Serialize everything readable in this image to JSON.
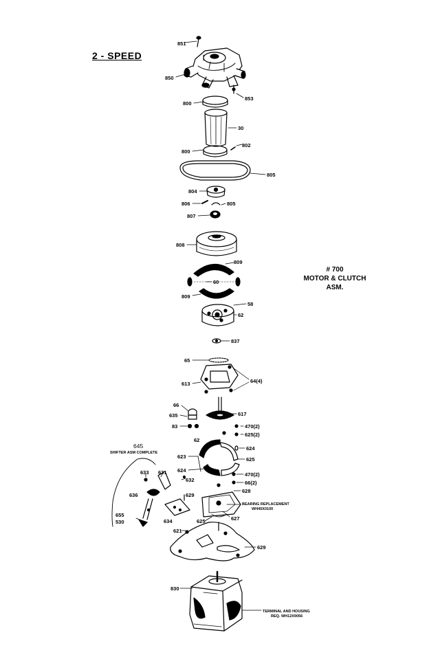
{
  "title": "2 - SPEED",
  "assembly": {
    "line1": "# 700",
    "line2": "MOTOR & CLUTCH",
    "line3": "ASM."
  },
  "callouts": {
    "c851": "851",
    "c850": "850",
    "c853": "853",
    "c800a": "800",
    "c30": "30",
    "c800b": "800",
    "c802": "802",
    "c805": "805",
    "c804": "804",
    "c806": "806",
    "c805b": "805",
    "c807": "807",
    "c808": "808",
    "c809": "809",
    "c60": "60",
    "c809b": "809",
    "c58": "58",
    "c62": "62",
    "c837": "837",
    "c65": "65",
    "c613": "613",
    "c64_4": "64(4)",
    "c66": "66",
    "c635": "635",
    "c617": "617",
    "c83": "83",
    "c470_2": "470(2)",
    "c625_2": "625(2)",
    "c62b": "62",
    "c624": "624",
    "c623": "623",
    "c625": "625",
    "c624b": "624",
    "c470_2b": "470(2)",
    "c632": "632",
    "c6_2": "66(2)",
    "c628": "628",
    "c633": "633",
    "c631": "631",
    "c636": "636",
    "c629": "629",
    "c634": "634",
    "c627": "627",
    "c625b": "625",
    "c621": "621",
    "c629b": "629",
    "c655": "655",
    "c530": "530",
    "c830": "830"
  },
  "shifter": {
    "number": "645",
    "label": "SHIFTER ASM COMPLETE"
  },
  "bearing": {
    "line1": "BEARING REPLACEMENT",
    "line2": "WH45X0100"
  },
  "terminal": {
    "line1": "TERMINAL AND HOUSING",
    "line2": "REQ. WH12X9056"
  },
  "colors": {
    "ink": "#000000",
    "paper": "#ffffff"
  }
}
